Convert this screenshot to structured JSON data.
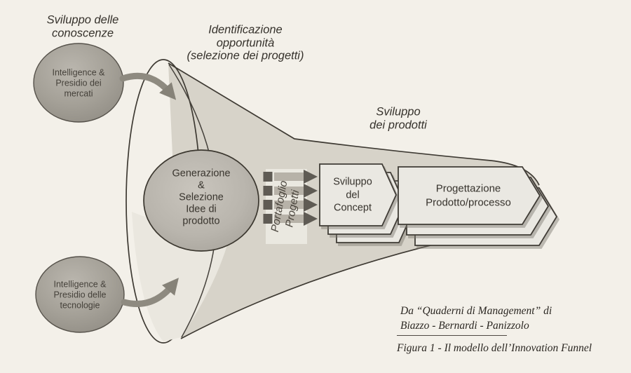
{
  "figure": {
    "labels": {
      "knowledge": "Sviluppo delle\nconoscenze",
      "identification": "Identificazione\nopportunità\n(selezione dei progetti)",
      "product_dev": "Sviluppo\ndei prodotti"
    },
    "nodes": {
      "markets": "Intelligence &\nPresidio dei\nmercati",
      "technologies": "Intelligence &\nPresidio delle\ntecnologie",
      "idea_generation": "Generazione\n&\nSelezione\nIdee di\nprodotto",
      "portfolio": "Portafoglio\nProgetti",
      "concept": "Sviluppo\ndel\nConcept",
      "design": "Progettazione\nProdotto/processo"
    },
    "caption": {
      "source": "Da “Quaderni di Management” di\nBiazzo - Bernardi - Panizzolo",
      "figure_title": "Figura 1 - Il modello dell’Innovation Funnel"
    },
    "colors": {
      "background": "#f3f0e9",
      "funnel_fill": "#d7d3c9",
      "funnel_mouth_shade": "#eae7df",
      "outline": "#3e3a33",
      "node_fill": "#a5a198",
      "idea_node_fill": "#b9b5ad",
      "box_fill": "#eae8e2",
      "arrow_dark": "#5f5b54",
      "arrow_shaft": "#b7b2a8",
      "highlight_band": "#ebe9e2",
      "flow_arrow": "#8e8a80",
      "text": "#38342d",
      "caption_text": "#2b2722"
    }
  }
}
